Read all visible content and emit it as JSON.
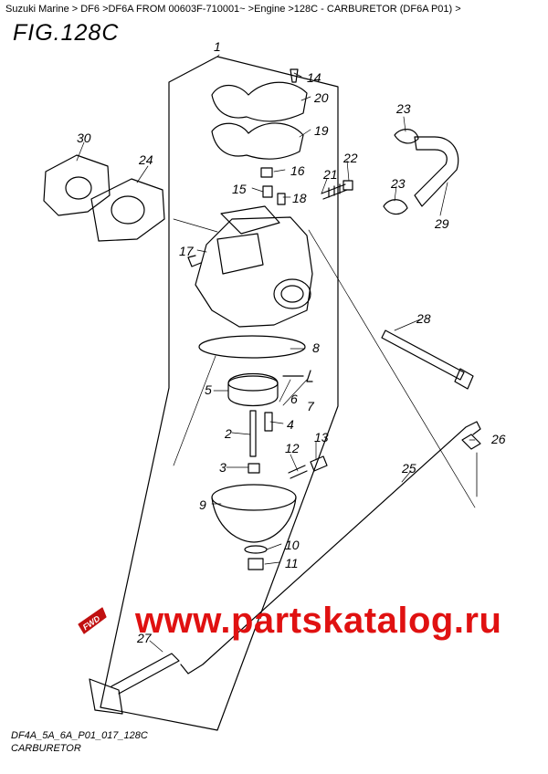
{
  "breadcrumb": "Suzuki Marine > DF6 >DF6A FROM 00603F-710001~ >Engine >128C - CARBURETOR (DF6A P01) >",
  "figure_title": "FIG.128C",
  "callouts": [
    "1",
    "2",
    "3",
    "4",
    "5",
    "6",
    "7",
    "8",
    "9",
    "10",
    "11",
    "12",
    "13",
    "14",
    "15",
    "16",
    "17",
    "18",
    "19",
    "20",
    "21",
    "22",
    "23",
    "23",
    "24",
    "25",
    "26",
    "27",
    "28",
    "29",
    "30"
  ],
  "watermark": "www.partskatalog.ru",
  "fwd_label": "FWD",
  "diagram_code": "DF4A_5A_6A_P01_017_128C",
  "caption": "CARBURETOR"
}
